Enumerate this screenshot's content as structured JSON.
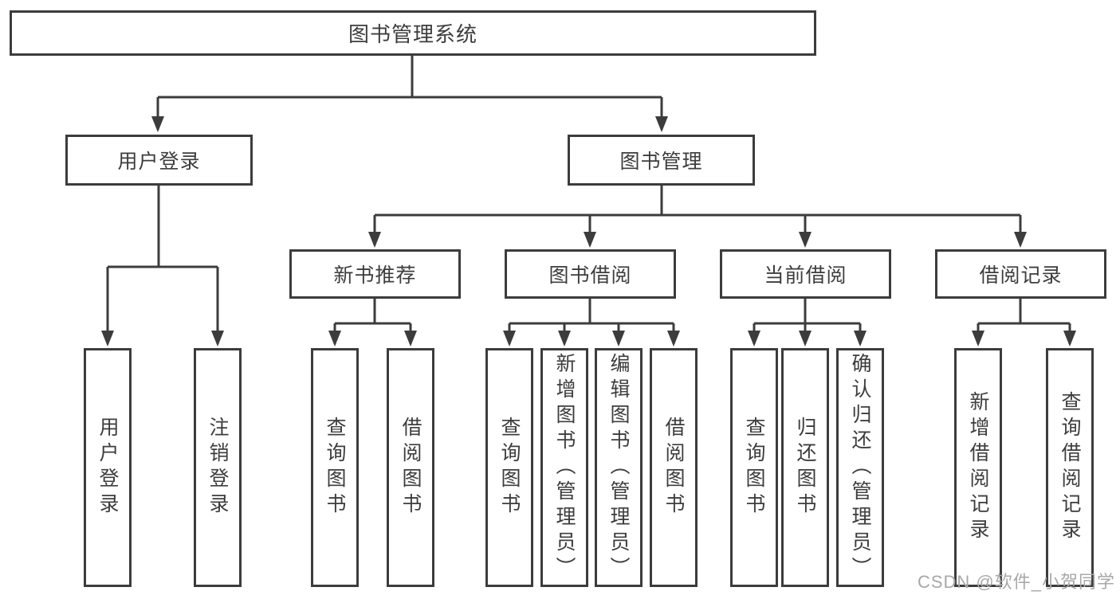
{
  "nodes": {
    "root": "图书管理系统",
    "user_login": "用户登录",
    "book_mgmt": "图书管理",
    "new_book_rec": "新书推荐",
    "book_borrow": "图书借阅",
    "current_borrow": "当前借阅",
    "borrow_records": "借阅记录",
    "leaf_user_login": "用户登录",
    "leaf_logout": "注销登录",
    "leaf_rec_query": "查询图书",
    "leaf_rec_borrow": "借阅图书",
    "leaf_bb_query": "查询图书",
    "leaf_bb_add": "新增图书（管理员）",
    "leaf_bb_edit": "编辑图书（管理员）",
    "leaf_bb_borrow": "借阅图书",
    "leaf_cb_query": "查询图书",
    "leaf_cb_return": "归还图书",
    "leaf_cb_confirm": "确认归还（管理员）",
    "leaf_br_add": "新增借阅记录",
    "leaf_br_query": "查询借阅记录"
  },
  "hierarchy": [
    {
      "parent": "图书管理系统",
      "children": [
        "用户登录",
        "图书管理"
      ]
    },
    {
      "parent": "用户登录",
      "children": [
        "用户登录",
        "注销登录"
      ]
    },
    {
      "parent": "图书管理",
      "children": [
        "新书推荐",
        "图书借阅",
        "当前借阅",
        "借阅记录"
      ]
    },
    {
      "parent": "新书推荐",
      "children": [
        "查询图书",
        "借阅图书"
      ]
    },
    {
      "parent": "图书借阅",
      "children": [
        "查询图书",
        "新增图书（管理员）",
        "编辑图书（管理员）",
        "借阅图书"
      ]
    },
    {
      "parent": "当前借阅",
      "children": [
        "查询图书",
        "归还图书",
        "确认归还（管理员）"
      ]
    },
    {
      "parent": "借阅记录",
      "children": [
        "新增借阅记录",
        "查询借阅记录"
      ]
    }
  ],
  "watermark": "CSDN @软件_小贺同学",
  "colors": {
    "line": "#3c3c3c",
    "box_border": "#3c3c3c",
    "text": "#3d3d3d",
    "box_background": "#ffffff",
    "page_background": "#ffffff",
    "watermark": "#a8a8a8"
  }
}
